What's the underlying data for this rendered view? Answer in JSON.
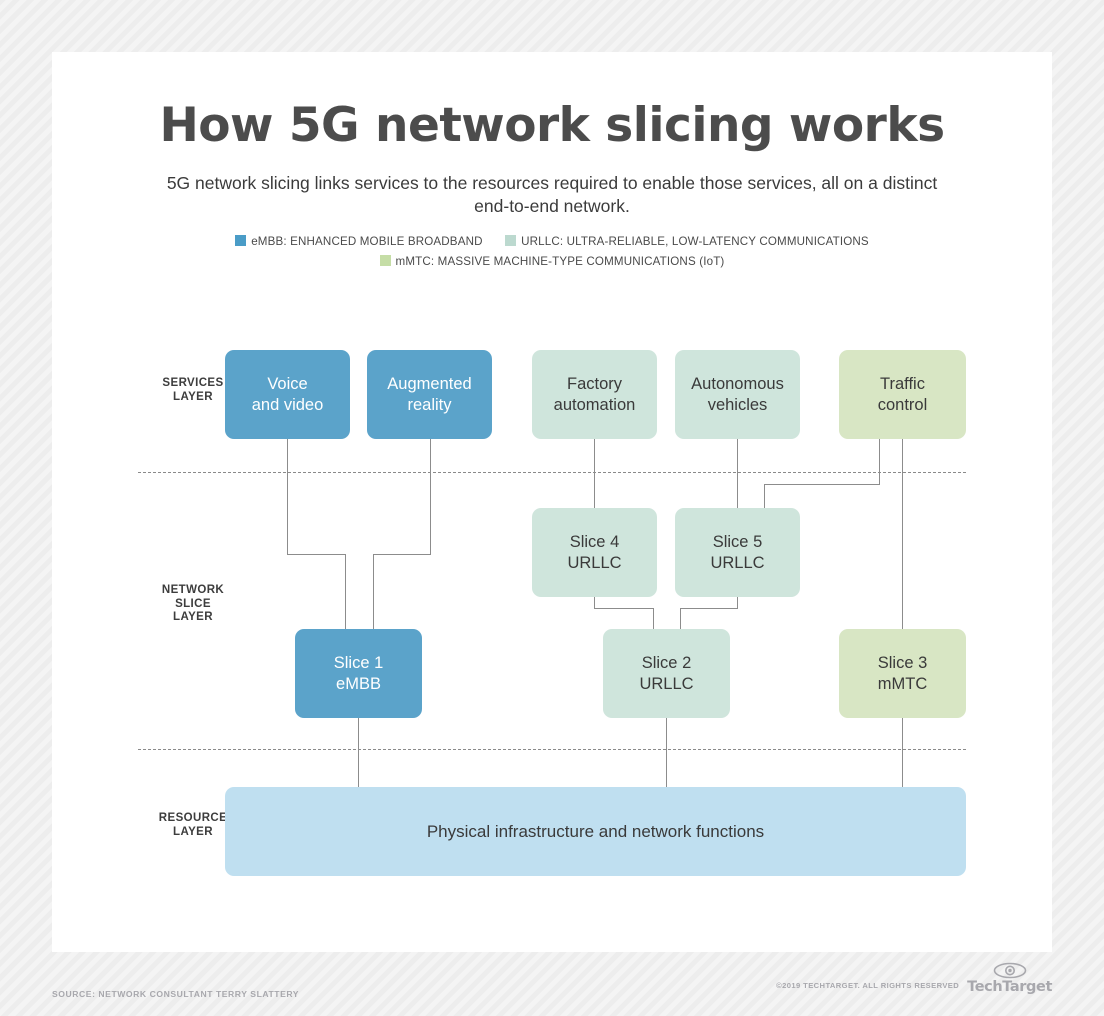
{
  "header": {
    "title": "How 5G network slicing works",
    "subtitle": "5G network slicing links services to the resources required to enable those services, all on a distinct end-to-end network."
  },
  "legend": {
    "items": [
      {
        "label": "eMBB: ENHANCED MOBILE BROADBAND",
        "color": "#4a9cc7",
        "key": "embb"
      },
      {
        "label": "URLLC: ULTRA-RELIABLE, LOW-LATENCY COMMUNICATIONS",
        "color": "#bcd9cf",
        "key": "urllc"
      },
      {
        "label": "mMTC: MASSIVE MACHINE-TYPE COMMUNICATIONS (IoT)",
        "color": "#c5dda6",
        "key": "mmtc"
      }
    ]
  },
  "layers": {
    "services": "SERVICES\nLAYER",
    "services_line1": "SERVICES",
    "services_line2": "LAYER",
    "slice_line1": "NETWORK",
    "slice_line2": "SLICE",
    "slice_line3": "LAYER",
    "resource_line1": "RESOURCE",
    "resource_line2": "LAYER"
  },
  "services": [
    {
      "line1": "Voice",
      "line2": "and video",
      "category": "eMBB"
    },
    {
      "line1": "Augmented",
      "line2": "reality",
      "category": "eMBB"
    },
    {
      "line1": "Factory",
      "line2": "automation",
      "category": "URLLC"
    },
    {
      "line1": "Autonomous",
      "line2": "vehicles",
      "category": "URLLC"
    },
    {
      "line1": "Traffic",
      "line2": "control",
      "category": "mMTC"
    }
  ],
  "slices_upper": [
    {
      "line1": "Slice 4",
      "line2": "URLLC",
      "category": "URLLC"
    },
    {
      "line1": "Slice 5",
      "line2": "URLLC",
      "category": "URLLC"
    }
  ],
  "slices_lower": [
    {
      "line1": "Slice 1",
      "line2": "eMBB",
      "category": "eMBB"
    },
    {
      "line1": "Slice 2",
      "line2": "URLLC",
      "category": "URLLC"
    },
    {
      "line1": "Slice 3",
      "line2": "mMTC",
      "category": "mMTC"
    }
  ],
  "resource": {
    "label": "Physical infrastructure and network functions"
  },
  "footer": {
    "source": "SOURCE: NETWORK CONSULTANT TERRY SLATTERY",
    "copyright": "©2019 TECHTARGET. ALL RIGHTS RESERVED",
    "brand": "TechTarget"
  },
  "colors": {
    "embb": "#5ba3ca",
    "urllc": "#cfe5dc",
    "mmtc": "#d8e6c4",
    "resource": "#bfdff0",
    "wire": "#8c8c8c",
    "text_dark": "#3a3a3a"
  }
}
